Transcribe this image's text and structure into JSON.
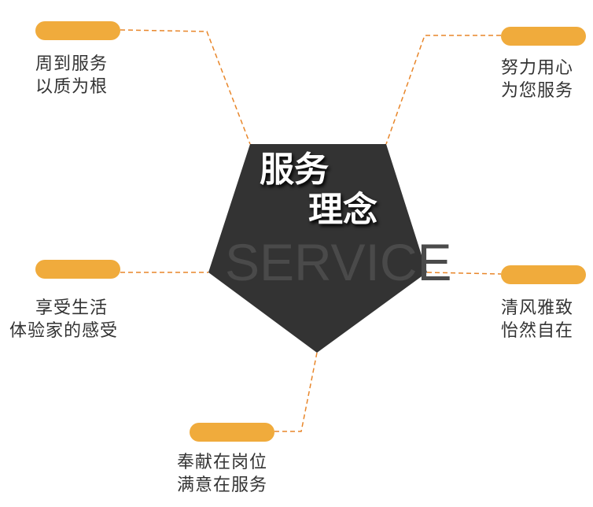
{
  "center": {
    "title_line1": "服务",
    "title_line2": "理念",
    "watermark": "SERVICE"
  },
  "items": [
    {
      "line1": "周到服务",
      "line2": "以质为根"
    },
    {
      "line1": "努力用心",
      "line2": "为您服务"
    },
    {
      "line1": "享受生活",
      "line2": "体验家的感受"
    },
    {
      "line1": "清风雅致",
      "line2": "怡然自在"
    },
    {
      "line1": "奉献在岗位",
      "line2": "满意在服务"
    }
  ],
  "colors": {
    "pill": "#f0ab3c",
    "pentagon": "#333333",
    "connector": "#e8862a"
  }
}
